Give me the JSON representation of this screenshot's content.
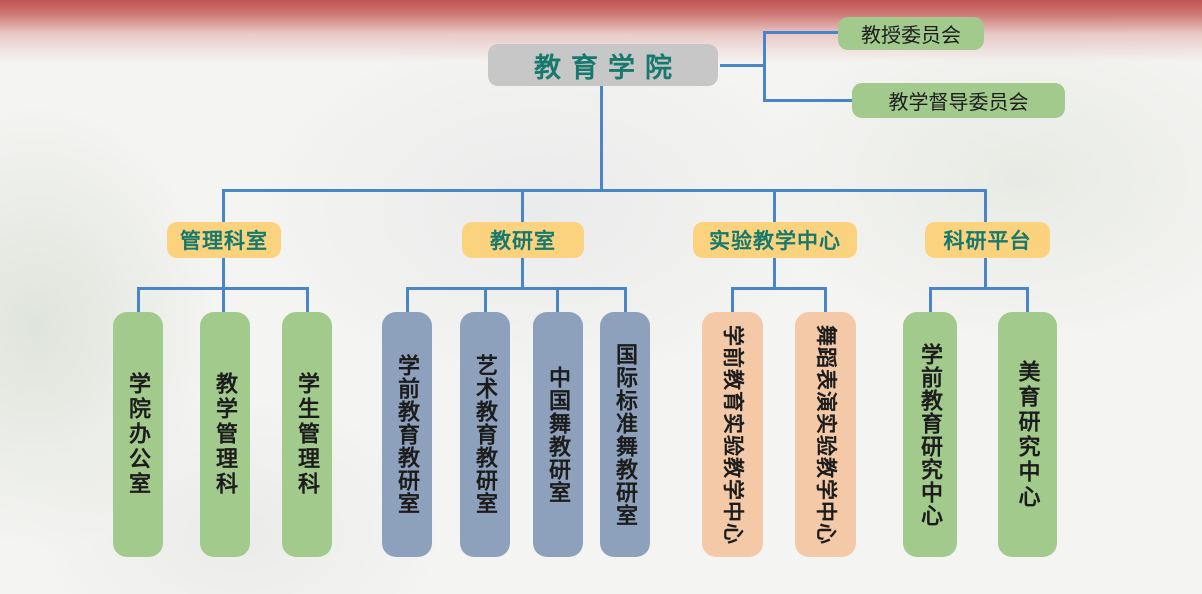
{
  "root": {
    "label": "教育学院"
  },
  "committees": [
    {
      "label": "教授委员会"
    },
    {
      "label": "教学督导委员会"
    }
  ],
  "groups": [
    {
      "label": "管理科室",
      "children": [
        "学院办公室",
        "教学管理科",
        "学生管理科"
      ]
    },
    {
      "label": "教研室",
      "children": [
        "学前教育教研室",
        "艺术教育教研室",
        "中国舞教研室",
        "国际标准舞教研室"
      ]
    },
    {
      "label": "实验教学中心",
      "children": [
        "学前教育实验教学中心",
        "舞蹈表演实验教学中心"
      ]
    },
    {
      "label": "科研平台",
      "children": [
        "学前教育研究中心",
        "美育研究中心"
      ]
    }
  ],
  "colors": {
    "accent_line": "#4a86c7",
    "root_box": "#c7c7c7",
    "root_text": "#17796d",
    "level2_box": "#fbd37e",
    "green_box": "#a3ca8d",
    "slate_box": "#8da1bc",
    "peach_box": "#f3c9a7",
    "top_banner": "#bf4d4a"
  }
}
